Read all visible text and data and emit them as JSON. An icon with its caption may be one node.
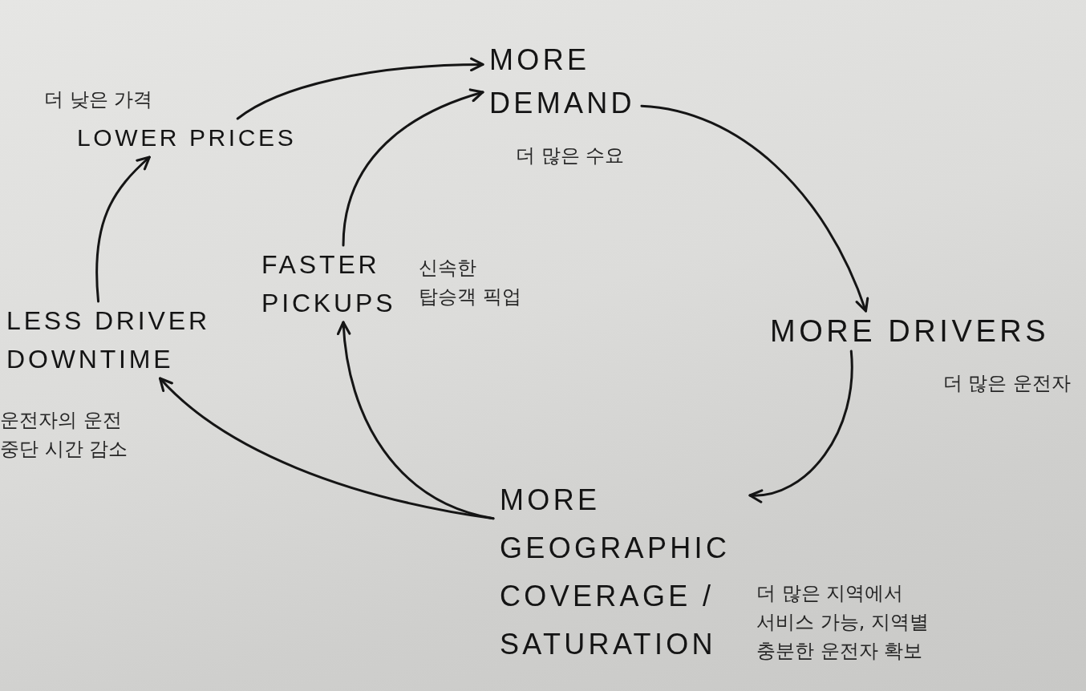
{
  "diagram": {
    "nodes": [
      {
        "text": [
          "MORE DEMAND"
        ],
        "beside": [
          "더 많은 수요"
        ]
      },
      {
        "text": [
          "MORE DRIVERS"
        ],
        "beside": [
          "더 많은 운전자"
        ]
      },
      {
        "text": [
          "MORE GEOGRAPHIC COVERAGE / SATURATION"
        ],
        "beside": [
          "더 많은 지역에서 서비스 가능, 지역별 충분한 운전자 확보"
        ]
      },
      {
        "text": [
          "FASTER PICKUPS"
        ],
        "beside": [
          "신속한 탑승객 픽업"
        ]
      },
      {
        "text": [
          "LESS DRIVER DOWNTIME"
        ],
        "beside": [
          "운전자의 운전 중단 시간 감소"
        ]
      },
      {
        "text": [
          "LOWER PRICES"
        ],
        "beside": [
          "더 낮은 가격"
        ]
      }
    ],
    "edges": [
      {
        "from": 0,
        "to": 1,
        "arrow": "to"
      },
      {
        "from": 1,
        "to": 2,
        "arrow": "to"
      },
      {
        "from": 2,
        "to": 3,
        "arrow": "to"
      },
      {
        "from": 2,
        "to": 4,
        "arrow": "to"
      },
      {
        "from": 4,
        "to": 5,
        "arrow": "to"
      },
      {
        "from": 5,
        "to": 0,
        "arrow": "to"
      },
      {
        "from": 3,
        "to": 0,
        "arrow": "to"
      }
    ]
  }
}
